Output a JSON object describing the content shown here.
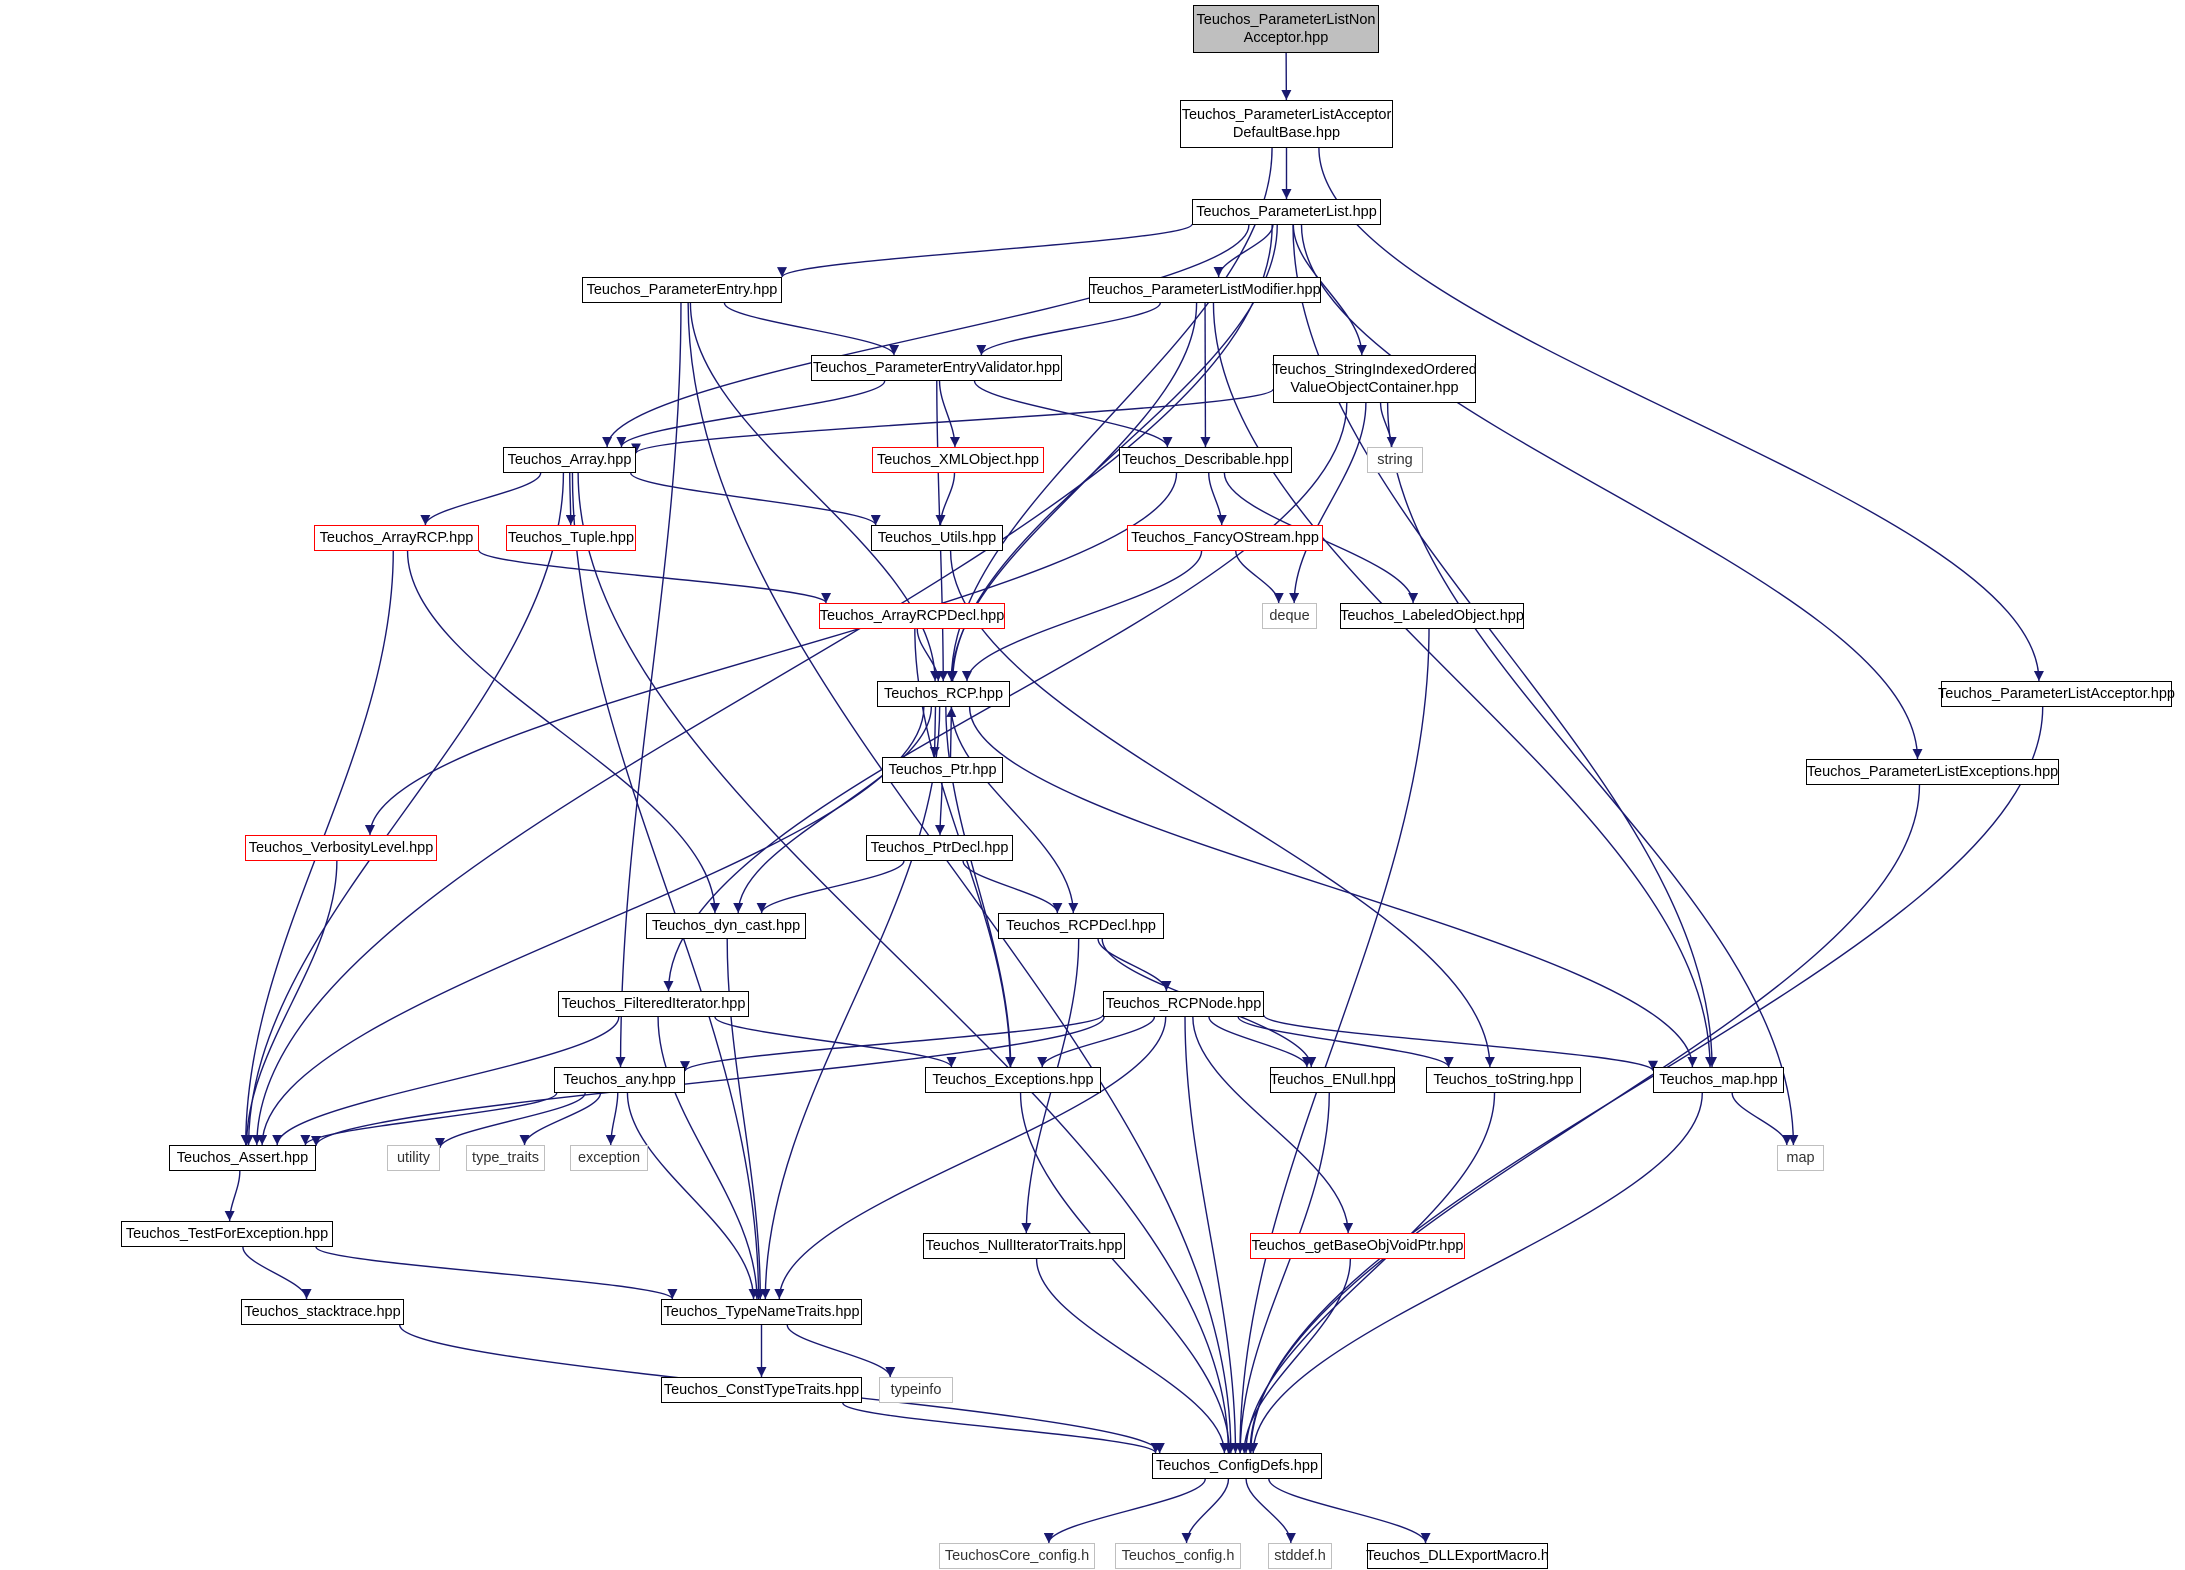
{
  "edge_color": "#191970",
  "root_fill": "#bfbfbf",
  "nodes": [
    {
      "id": "root",
      "lines": [
        "Teuchos_ParameterListNon",
        "Acceptor.hpp"
      ],
      "style": "root"
    },
    {
      "id": "pladb",
      "lines": [
        "Teuchos_ParameterListAcceptor",
        "DefaultBase.hpp"
      ],
      "style": "black"
    },
    {
      "id": "pl",
      "lines": [
        "Teuchos_ParameterList.hpp"
      ],
      "style": "black"
    },
    {
      "id": "pe",
      "lines": [
        "Teuchos_ParameterEntry.hpp"
      ],
      "style": "black"
    },
    {
      "id": "plm",
      "lines": [
        "Teuchos_ParameterListModifier.hpp"
      ],
      "style": "black"
    },
    {
      "id": "sio",
      "lines": [
        "Teuchos_StringIndexedOrdered",
        "ValueObjectContainer.hpp"
      ],
      "style": "black"
    },
    {
      "id": "pev",
      "lines": [
        "Teuchos_ParameterEntryValidator.hpp"
      ],
      "style": "black"
    },
    {
      "id": "array",
      "lines": [
        "Teuchos_Array.hpp"
      ],
      "style": "black"
    },
    {
      "id": "xml",
      "lines": [
        "Teuchos_XMLObject.hpp"
      ],
      "style": "red"
    },
    {
      "id": "desc",
      "lines": [
        "Teuchos_Describable.hpp"
      ],
      "style": "black"
    },
    {
      "id": "string",
      "lines": [
        "string"
      ],
      "style": "sys"
    },
    {
      "id": "arcp",
      "lines": [
        "Teuchos_ArrayRCP.hpp"
      ],
      "style": "red"
    },
    {
      "id": "tuple",
      "lines": [
        "Teuchos_Tuple.hpp"
      ],
      "style": "red"
    },
    {
      "id": "utils",
      "lines": [
        "Teuchos_Utils.hpp"
      ],
      "style": "black"
    },
    {
      "id": "fancy",
      "lines": [
        "Teuchos_FancyOStream.hpp"
      ],
      "style": "red"
    },
    {
      "id": "arcpd",
      "lines": [
        "Teuchos_ArrayRCPDecl.hpp"
      ],
      "style": "red"
    },
    {
      "id": "deque",
      "lines": [
        "deque"
      ],
      "style": "sys"
    },
    {
      "id": "labeled",
      "lines": [
        "Teuchos_LabeledObject.hpp"
      ],
      "style": "black"
    },
    {
      "id": "rcp",
      "lines": [
        "Teuchos_RCP.hpp"
      ],
      "style": "black"
    },
    {
      "id": "pla",
      "lines": [
        "Teuchos_ParameterListAcceptor.hpp"
      ],
      "style": "black"
    },
    {
      "id": "ptr",
      "lines": [
        "Teuchos_Ptr.hpp"
      ],
      "style": "black"
    },
    {
      "id": "ple",
      "lines": [
        "Teuchos_ParameterListExceptions.hpp"
      ],
      "style": "black"
    },
    {
      "id": "verb",
      "lines": [
        "Teuchos_VerbosityLevel.hpp"
      ],
      "style": "red"
    },
    {
      "id": "ptrd",
      "lines": [
        "Teuchos_PtrDecl.hpp"
      ],
      "style": "black"
    },
    {
      "id": "dyn",
      "lines": [
        "Teuchos_dyn_cast.hpp"
      ],
      "style": "black"
    },
    {
      "id": "rcpd",
      "lines": [
        "Teuchos_RCPDecl.hpp"
      ],
      "style": "black"
    },
    {
      "id": "filt",
      "lines": [
        "Teuchos_FilteredIterator.hpp"
      ],
      "style": "black"
    },
    {
      "id": "rcpn",
      "lines": [
        "Teuchos_RCPNode.hpp"
      ],
      "style": "black"
    },
    {
      "id": "any",
      "lines": [
        "Teuchos_any.hpp"
      ],
      "style": "black"
    },
    {
      "id": "exc",
      "lines": [
        "Teuchos_Exceptions.hpp"
      ],
      "style": "black"
    },
    {
      "id": "enull",
      "lines": [
        "Teuchos_ENull.hpp"
      ],
      "style": "black"
    },
    {
      "id": "tostr",
      "lines": [
        "Teuchos_toString.hpp"
      ],
      "style": "black"
    },
    {
      "id": "tmap",
      "lines": [
        "Teuchos_map.hpp"
      ],
      "style": "black"
    },
    {
      "id": "assert",
      "lines": [
        "Teuchos_Assert.hpp"
      ],
      "style": "black"
    },
    {
      "id": "utility",
      "lines": [
        "utility"
      ],
      "style": "sys"
    },
    {
      "id": "ttraits",
      "lines": [
        "type_traits"
      ],
      "style": "sys"
    },
    {
      "id": "exception",
      "lines": [
        "exception"
      ],
      "style": "sys"
    },
    {
      "id": "map",
      "lines": [
        "map"
      ],
      "style": "sys"
    },
    {
      "id": "tfe",
      "lines": [
        "Teuchos_TestForException.hpp"
      ],
      "style": "black"
    },
    {
      "id": "nit",
      "lines": [
        "Teuchos_NullIteratorTraits.hpp"
      ],
      "style": "black"
    },
    {
      "id": "gbo",
      "lines": [
        "Teuchos_getBaseObjVoidPtr.hpp"
      ],
      "style": "red"
    },
    {
      "id": "stack",
      "lines": [
        "Teuchos_stacktrace.hpp"
      ],
      "style": "black"
    },
    {
      "id": "tnt",
      "lines": [
        "Teuchos_TypeNameTraits.hpp"
      ],
      "style": "black"
    },
    {
      "id": "ctt",
      "lines": [
        "Teuchos_ConstTypeTraits.hpp"
      ],
      "style": "black"
    },
    {
      "id": "typeinfo",
      "lines": [
        "typeinfo"
      ],
      "style": "sys"
    },
    {
      "id": "cfg",
      "lines": [
        "Teuchos_ConfigDefs.hpp"
      ],
      "style": "black"
    },
    {
      "id": "tcc",
      "lines": [
        "TeuchosCore_config.h"
      ],
      "style": "sys"
    },
    {
      "id": "tconf",
      "lines": [
        "Teuchos_config.h"
      ],
      "style": "sys"
    },
    {
      "id": "stddef",
      "lines": [
        "stddef.h"
      ],
      "style": "sys"
    },
    {
      "id": "dll",
      "lines": [
        "Teuchos_DLLExportMacro.h"
      ],
      "style": "black"
    }
  ],
  "edges": [
    [
      "root",
      "pladb"
    ],
    [
      "pladb",
      "pl"
    ],
    [
      "pladb",
      "rcp"
    ],
    [
      "pladb",
      "pla"
    ],
    [
      "pl",
      "pe"
    ],
    [
      "pl",
      "plm"
    ],
    [
      "pl",
      "sio"
    ],
    [
      "pl",
      "array"
    ],
    [
      "pl",
      "rcp"
    ],
    [
      "pl",
      "tmap"
    ],
    [
      "pl",
      "ple"
    ],
    [
      "pl",
      "assert"
    ],
    [
      "pe",
      "pev"
    ],
    [
      "pe",
      "rcp"
    ],
    [
      "pe",
      "any"
    ],
    [
      "pe",
      "cfg"
    ],
    [
      "plm",
      "pev"
    ],
    [
      "plm",
      "desc"
    ],
    [
      "plm",
      "rcp"
    ],
    [
      "plm",
      "tmap"
    ],
    [
      "sio",
      "array"
    ],
    [
      "sio",
      "string"
    ],
    [
      "sio",
      "deque"
    ],
    [
      "sio",
      "filt"
    ],
    [
      "sio",
      "map"
    ],
    [
      "pev",
      "array"
    ],
    [
      "pev",
      "xml"
    ],
    [
      "pev",
      "desc"
    ],
    [
      "pev",
      "rcp"
    ],
    [
      "array",
      "arcp"
    ],
    [
      "array",
      "tuple"
    ],
    [
      "array",
      "utils"
    ],
    [
      "array",
      "assert"
    ],
    [
      "array",
      "tnt"
    ],
    [
      "array",
      "cfg"
    ],
    [
      "xml",
      "utils"
    ],
    [
      "desc",
      "fancy"
    ],
    [
      "desc",
      "labeled"
    ],
    [
      "desc",
      "verb"
    ],
    [
      "arcp",
      "arcpd"
    ],
    [
      "arcp",
      "assert"
    ],
    [
      "arcp",
      "dyn"
    ],
    [
      "utils",
      "tostr"
    ],
    [
      "fancy",
      "deque"
    ],
    [
      "fancy",
      "rcp"
    ],
    [
      "arcpd",
      "rcp"
    ],
    [
      "arcpd",
      "exc"
    ],
    [
      "labeled",
      "cfg"
    ],
    [
      "rcp",
      "ptr"
    ],
    [
      "rcp",
      "dyn"
    ],
    [
      "rcp",
      "rcpd"
    ],
    [
      "rcp",
      "exc"
    ],
    [
      "rcp",
      "tmap"
    ],
    [
      "rcp",
      "assert"
    ],
    [
      "rcp",
      "tnt"
    ],
    [
      "ptr",
      "rcp"
    ],
    [
      "ptr",
      "ptrd"
    ],
    [
      "ptrd",
      "dyn"
    ],
    [
      "ptrd",
      "rcpd"
    ],
    [
      "verb",
      "assert"
    ],
    [
      "dyn",
      "tnt"
    ],
    [
      "rcpd",
      "rcpn"
    ],
    [
      "rcpd",
      "enull"
    ],
    [
      "rcpd",
      "nit"
    ],
    [
      "filt",
      "assert"
    ],
    [
      "filt",
      "exc"
    ],
    [
      "filt",
      "tnt"
    ],
    [
      "rcpn",
      "any"
    ],
    [
      "rcpn",
      "exc"
    ],
    [
      "rcpn",
      "enull"
    ],
    [
      "rcpn",
      "tostr"
    ],
    [
      "rcpn",
      "tmap"
    ],
    [
      "rcpn",
      "assert"
    ],
    [
      "rcpn",
      "gbo"
    ],
    [
      "rcpn",
      "tnt"
    ],
    [
      "rcpn",
      "cfg"
    ],
    [
      "any",
      "assert"
    ],
    [
      "any",
      "utility"
    ],
    [
      "any",
      "ttraits"
    ],
    [
      "any",
      "exception"
    ],
    [
      "any",
      "tnt"
    ],
    [
      "exc",
      "cfg"
    ],
    [
      "enull",
      "cfg"
    ],
    [
      "tostr",
      "cfg"
    ],
    [
      "tmap",
      "map"
    ],
    [
      "tmap",
      "cfg"
    ],
    [
      "assert",
      "tfe"
    ],
    [
      "tfe",
      "stack"
    ],
    [
      "tfe",
      "tnt"
    ],
    [
      "stack",
      "cfg"
    ],
    [
      "nit",
      "cfg"
    ],
    [
      "gbo",
      "cfg"
    ],
    [
      "tnt",
      "ctt"
    ],
    [
      "tnt",
      "typeinfo"
    ],
    [
      "ctt",
      "cfg"
    ],
    [
      "pla",
      "cfg"
    ],
    [
      "ple",
      "cfg"
    ],
    [
      "cfg",
      "tcc"
    ],
    [
      "cfg",
      "tconf"
    ],
    [
      "cfg",
      "stddef"
    ],
    [
      "cfg",
      "dll"
    ]
  ]
}
